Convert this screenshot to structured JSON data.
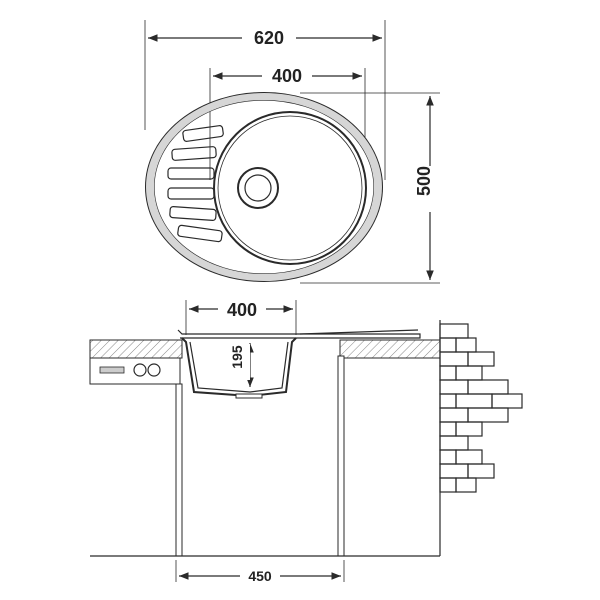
{
  "top_view": {
    "dim_overall_width": "620",
    "dim_bowl_width": "400",
    "dim_overall_depth": "500"
  },
  "section_view": {
    "dim_bowl_width": "400",
    "dim_bowl_depth": "195",
    "dim_cabinet_width": "450"
  },
  "colors": {
    "line": "#2a2a2a",
    "fill_gray": "#c8c8c8",
    "background": "#ffffff"
  }
}
